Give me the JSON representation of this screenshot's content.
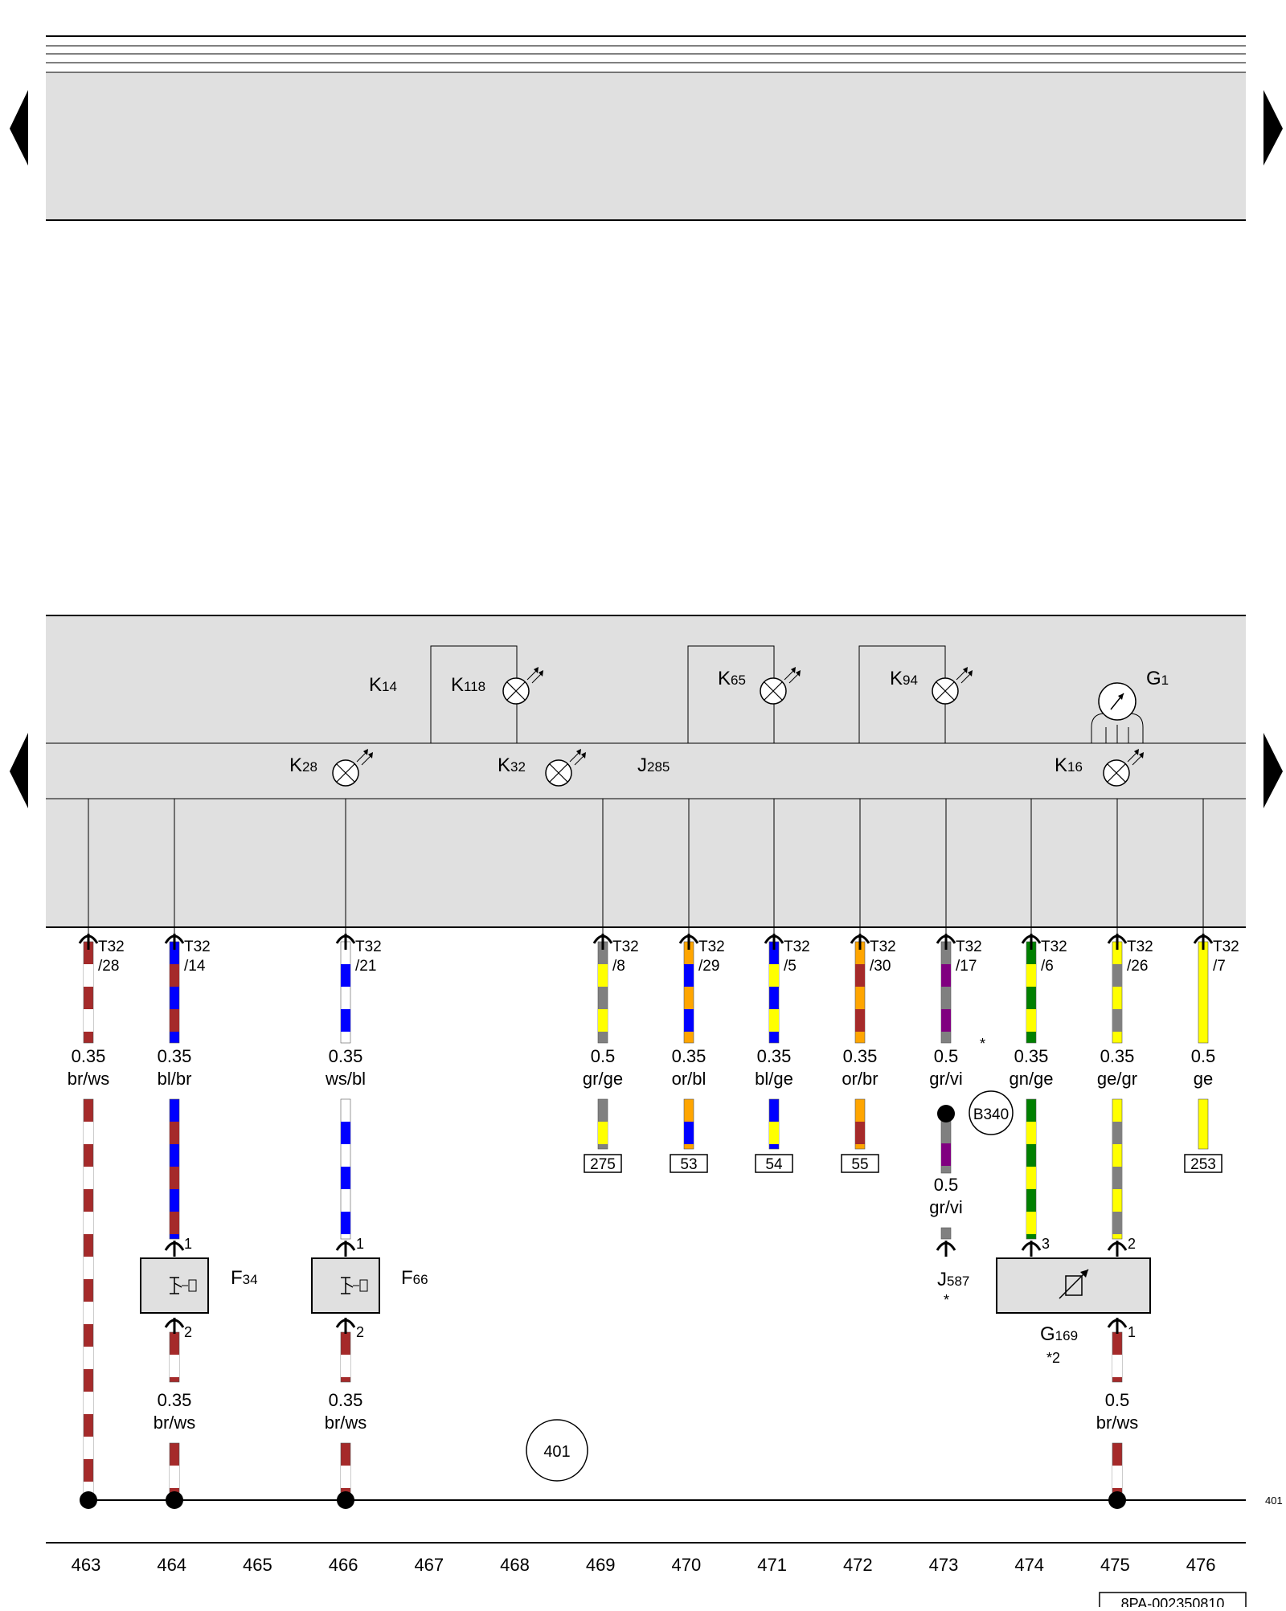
{
  "nav": {
    "prev_icon": "triangle-left",
    "next_icon": "triangle-right"
  },
  "components": {
    "K14": {
      "prefix": "K",
      "num": "14"
    },
    "K118": {
      "prefix": "K",
      "num": "118"
    },
    "K65": {
      "prefix": "K",
      "num": "65"
    },
    "K94": {
      "prefix": "K",
      "num": "94"
    },
    "G1": {
      "prefix": "G",
      "num": "1"
    },
    "K28": {
      "prefix": "K",
      "num": "28"
    },
    "K32": {
      "prefix": "K",
      "num": "32"
    },
    "J285": {
      "prefix": "J",
      "num": "285"
    },
    "K16": {
      "prefix": "K",
      "num": "16"
    },
    "F34": {
      "prefix": "F",
      "num": "34"
    },
    "F66": {
      "prefix": "F",
      "num": "66"
    },
    "J587": {
      "prefix": "J",
      "num": "587"
    },
    "G169": {
      "prefix": "G",
      "num": "169"
    }
  },
  "connectors": [
    {
      "id": "c28",
      "l1": "T32",
      "l2": "/28"
    },
    {
      "id": "c14",
      "l1": "T32",
      "l2": "/14"
    },
    {
      "id": "c21",
      "l1": "T32",
      "l2": "/21"
    },
    {
      "id": "c8",
      "l1": "T32",
      "l2": "/8"
    },
    {
      "id": "c29",
      "l1": "T32",
      "l2": "/29"
    },
    {
      "id": "c5",
      "l1": "T32",
      "l2": "/5"
    },
    {
      "id": "c30",
      "l1": "T32",
      "l2": "/30"
    },
    {
      "id": "c17",
      "l1": "T32",
      "l2": "/17"
    },
    {
      "id": "c6",
      "l1": "T32",
      "l2": "/6"
    },
    {
      "id": "c26",
      "l1": "T32",
      "l2": "/26"
    },
    {
      "id": "c7",
      "l1": "T32",
      "l2": "/7"
    }
  ],
  "wire_labels": [
    {
      "size": "0.35",
      "color": "br/ws"
    },
    {
      "size": "0.35",
      "color": "bl/br"
    },
    {
      "size": "0.35",
      "color": "ws/bl"
    },
    {
      "size": "0.5",
      "color": "gr/ge"
    },
    {
      "size": "0.35",
      "color": "or/bl"
    },
    {
      "size": "0.35",
      "color": "bl/ge"
    },
    {
      "size": "0.35",
      "color": "or/br"
    },
    {
      "size": "0.5",
      "color": "gr/vi"
    },
    {
      "size": "0.35",
      "color": "gn/ge"
    },
    {
      "size": "0.35",
      "color": "ge/gr"
    },
    {
      "size": "0.5",
      "color": "ge"
    },
    {
      "size": "0.5",
      "color": "gr/vi"
    },
    {
      "size": "0.35",
      "color": "br/ws"
    },
    {
      "size": "0.35",
      "color": "br/ws"
    },
    {
      "size": "0.5",
      "color": "br/ws"
    }
  ],
  "refs": [
    "275",
    "53",
    "54",
    "55",
    "253"
  ],
  "pins": [
    "1",
    "2",
    "1",
    "2",
    "3",
    "2",
    "1"
  ],
  "asterisks": [
    "*",
    "*",
    "*2"
  ],
  "circles": {
    "b340": "B340",
    "ground": "401"
  },
  "ground_ref": "401",
  "footer": {
    "numbers": [
      "463",
      "464",
      "465",
      "466",
      "467",
      "468",
      "469",
      "470",
      "471",
      "472",
      "473",
      "474",
      "475",
      "476"
    ],
    "doc_code": "8PA-002350810"
  },
  "wire_colors": {
    "br": "#a52a2a",
    "ws": "#ffffff",
    "bl": "#0000ff",
    "ge": "#ffff00",
    "gr": "#808080",
    "or": "#ffa500",
    "vi": "#800080",
    "gn": "#008000"
  },
  "panel_fill": "#e0e0e0"
}
